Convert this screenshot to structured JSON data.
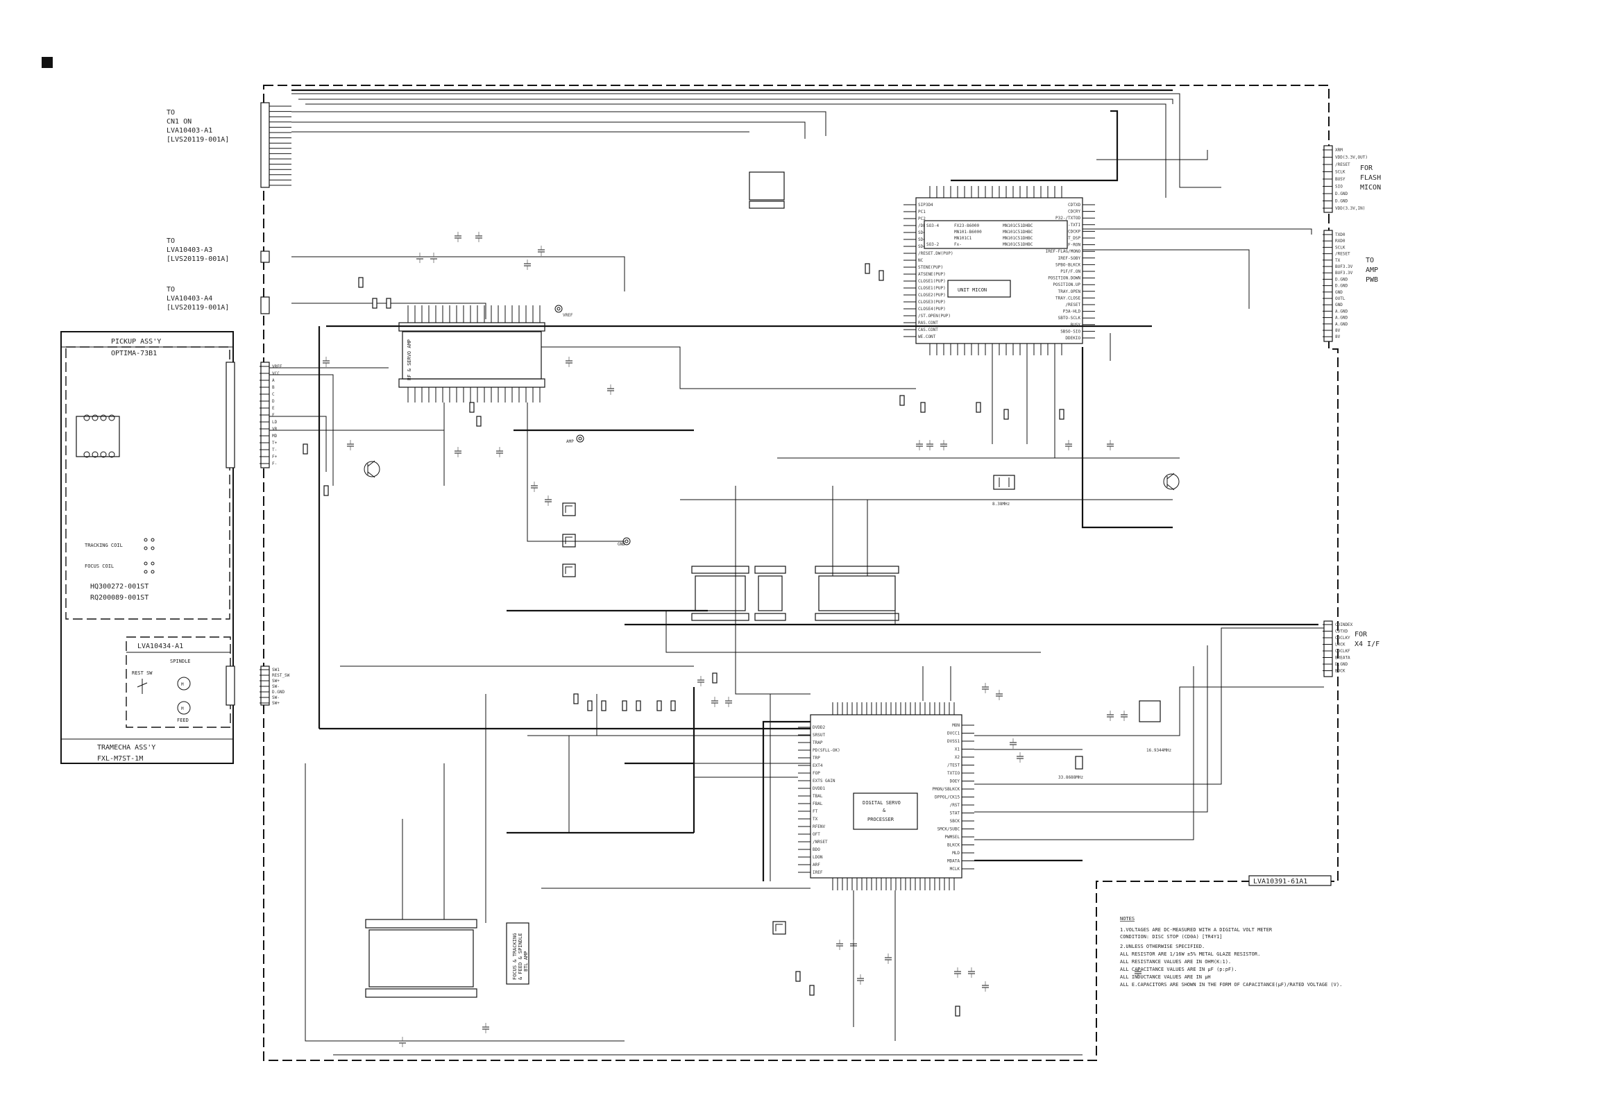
{
  "labels": {
    "to_cn1": [
      "TO",
      "CN1 ON",
      "LVA10403-A1",
      "[LVS20119-001A]"
    ],
    "to_a3": [
      "TO",
      "LVA10403-A3",
      "[LVS20119-001A]"
    ],
    "to_a4": [
      "TO",
      "LVA10403-A4",
      "[LVS20119-001A]"
    ],
    "for_flash": [
      "FOR",
      "FLASH",
      "MICON"
    ],
    "to_amp": [
      "TO",
      "AMP",
      "PWB"
    ],
    "for_x4": [
      "FOR",
      "X4 I/F"
    ]
  },
  "pickup": {
    "title": [
      "PICKUP ASS'Y",
      "OPTIMA-73B1"
    ],
    "tracking_coil": "TRACKING COIL",
    "focus_coil": "FOCUS COIL",
    "part1": "HQ300272-001ST",
    "part2": "RQ200089-001ST",
    "subboard": "LVA10434-A1",
    "spindle": "SPINDLE",
    "rest_sw": "REST SW",
    "feed": "FEED",
    "tramecha": [
      "TRAMECHA ASS'Y",
      "FXL-M7ST-1M"
    ]
  },
  "ics": {
    "rf_amp": "RF & SERVO AMP",
    "unit_micon": "UNIT MICON",
    "dsp": [
      "DIGITAL SERVO",
      "&",
      "PROCESSER"
    ],
    "driver": [
      "FOCUS & TRACKING",
      "& FEED & SPINDLE",
      "BTL AMP"
    ]
  },
  "board_id": "LVA10391-61A1",
  "crystals": {
    "x1": "8.38MHz",
    "x2": "16.9344MHz",
    "x3": "33.8688MHz"
  },
  "testpoints": {
    "vref": "VREF",
    "amp": "AMP",
    "gnd": "GND"
  },
  "micon_table": [
    [
      "SO3-4",
      "FX23-86000",
      "MN101C51DHBC"
    ],
    [
      "",
      "MN101-B6000",
      "MN101C51DHBC"
    ],
    [
      "",
      "MN101C1",
      "MN101C51DHBC"
    ],
    [
      "SO3-2",
      "Fx-",
      "MN101C51DHBC"
    ]
  ],
  "notes": {
    "title": "NOTES",
    "lines": [
      "1.VOLTAGES ARE DC-MEASURED WITH A DIGITAL VOLT METER",
      "  CONDITION: DISC STOP (CD0A) [TR4Y1]",
      "2.UNLESS OTHERWISE SPECIFIED.",
      "  ALL RESISTOR ARE 1/16W ±5% METAL GLAZE RESISTOR.",
      "  ALL RESISTANCE VALUES ARE IN OHM(K:1).",
      "  ALL CAPACITANCE VALUES ARE IN μF (p:pF).",
      "  ALL INDUCTANCE VALUES ARE IN μH",
      "  ALL E.CAPACITORS ARE SHOWN IN THE FORM OF CAPACITANCE(μF)/RATED VOLTAGE (V)."
    ]
  },
  "connectors": {
    "flash": [
      "XRM",
      "VDD(3.3V,OUT)",
      "/RESET",
      "SCLK",
      "BUSY",
      "SIO",
      "D.GND",
      "D.GND",
      "VDD(3.3V,IN)"
    ],
    "amp": [
      "TXD0",
      "RXD0",
      "SCLK",
      "/RESET",
      "TX",
      "BUF3.3V",
      "BUF3.3V",
      "D.GND",
      "D.GND",
      "GND",
      "OUTL",
      "GND",
      "A.GND",
      "A.GND",
      "A.GND",
      "8V",
      "8V"
    ],
    "x4": [
      "CDINDEX",
      "CDTXD",
      "CDCLKY",
      "LRCK",
      "CDCLKF",
      "BREATA",
      "D.GND",
      "BDCK"
    ],
    "pickup_side": [
      "VREF",
      "VCC",
      "A",
      "B",
      "C",
      "D",
      "E",
      "F",
      "LD",
      "VR",
      "MD",
      "T+",
      "T-",
      "F+",
      "F-"
    ],
    "spindle_side": [
      "SW1",
      "REST_SW",
      "SW+",
      "SW-",
      "D.GND",
      "SW-",
      "SW+"
    ]
  },
  "dsp_pins_left": [
    "DVDD2",
    "SRSUT",
    "TRAP",
    "PD(SFLL-OK)",
    "TRP",
    "EXT4",
    "FOP",
    "EXTS GAIN",
    "DVDD1",
    "TBAL",
    "FBAL",
    "FT",
    "TX",
    "RFENV",
    "OFT",
    "/NRSET",
    "BDO",
    "LDON",
    "ARF",
    "IREF"
  ],
  "dsp_pins_right": [
    "MON",
    "DVCC1",
    "DVSS1",
    "X1",
    "X2",
    "/TEST",
    "TXTIO",
    "DOEY",
    "PMON/SBLKCK",
    "DPPOL/CK15",
    "/RST",
    "STAT",
    "SBCK",
    "SMCK/SUBC",
    "PWMSEL",
    "BLKCK",
    "MLD",
    "MDATA",
    "MCLK"
  ],
  "micon_pins_right": [
    "CDTXD",
    "CDCRY",
    "P32-/TXTOD",
    "P31-TXTI",
    "CDCKP",
    "P30-/RST_DSP",
    "IREF-RON",
    "IREF-FLAG/MONO",
    "IREF-SOBY",
    "SPBO-BLKCK",
    "P1F/F.ON",
    "POSITION.DOWN",
    "POSITION.UP",
    "TRAY.OPEN",
    "TRAY.CLOSE",
    "/RESET",
    "P3A-HLD",
    "SBTO-SCLK",
    "BUSY",
    "SBSO-SIO",
    "DDEKIO"
  ],
  "micon_pins_left": [
    "SIP3D4",
    "PC1",
    "PC2",
    "/DL.MUTE",
    "SD40",
    "SD42",
    "SD44",
    "/RESET.DW(PUP)",
    "NC",
    "STENE(PUP)",
    "ATSENE(PUP)",
    "CLOSE1(PUP)",
    "CLOSE1(PUP)",
    "CLOSE2(PUP)",
    "CLOSE3(PUP)",
    "CLOSE4(PUP)",
    "/ST.OPEN(PUP)",
    "RAS.CONT",
    "CAS.CONT",
    "WE.CONT"
  ]
}
